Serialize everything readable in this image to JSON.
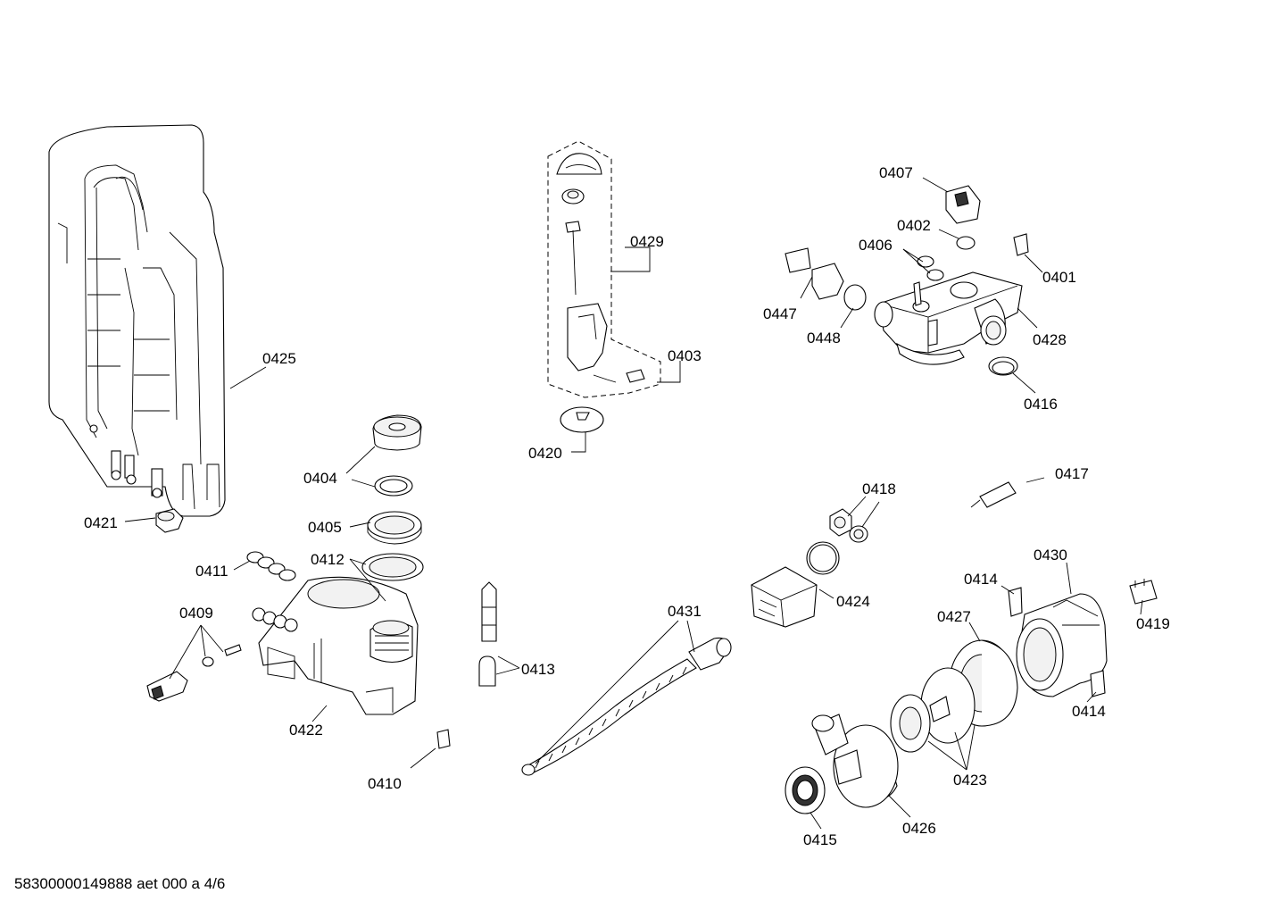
{
  "parts": [
    {
      "id": "p0407",
      "label": "0407"
    },
    {
      "id": "p0402",
      "label": "0402"
    },
    {
      "id": "p0406",
      "label": "0406"
    },
    {
      "id": "p0401",
      "label": "0401"
    },
    {
      "id": "p0447",
      "label": "0447"
    },
    {
      "id": "p0448",
      "label": "0448"
    },
    {
      "id": "p0428",
      "label": "0428"
    },
    {
      "id": "p0416",
      "label": "0416"
    },
    {
      "id": "p0429",
      "label": "0429"
    },
    {
      "id": "p0403",
      "label": "0403"
    },
    {
      "id": "p0420",
      "label": "0420"
    },
    {
      "id": "p0425",
      "label": "0425"
    },
    {
      "id": "p0404",
      "label": "0404"
    },
    {
      "id": "p0405",
      "label": "0405"
    },
    {
      "id": "p0421",
      "label": "0421"
    },
    {
      "id": "p0411",
      "label": "0411"
    },
    {
      "id": "p0412",
      "label": "0412"
    },
    {
      "id": "p0409",
      "label": "0409"
    },
    {
      "id": "p0422",
      "label": "0422"
    },
    {
      "id": "p0410",
      "label": "0410"
    },
    {
      "id": "p0413",
      "label": "0413"
    },
    {
      "id": "p0431",
      "label": "0431"
    },
    {
      "id": "p0418",
      "label": "0418"
    },
    {
      "id": "p0417",
      "label": "0417"
    },
    {
      "id": "p0424",
      "label": "0424"
    },
    {
      "id": "p0430",
      "label": "0430"
    },
    {
      "id": "p0414a",
      "label": "0414"
    },
    {
      "id": "p0419",
      "label": "0419"
    },
    {
      "id": "p0427",
      "label": "0427"
    },
    {
      "id": "p0414b",
      "label": "0414"
    },
    {
      "id": "p0423",
      "label": "0423"
    },
    {
      "id": "p0426",
      "label": "0426"
    },
    {
      "id": "p0415",
      "label": "0415"
    }
  ],
  "footer": "58300000149888 aet 000 a 4/6"
}
